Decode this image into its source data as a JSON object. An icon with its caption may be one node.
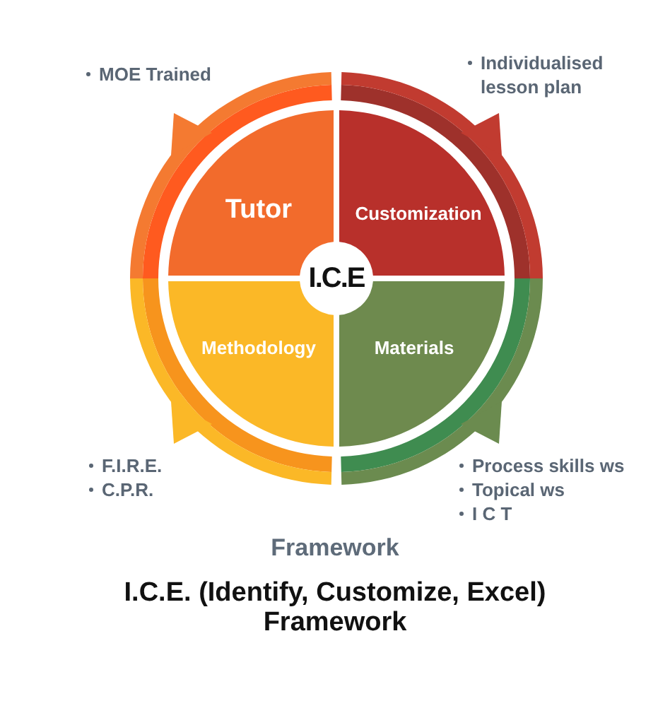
{
  "diagram": {
    "title": "I.C.E. (Identify, Customize, Excel) Framework",
    "nodes": [
      {
        "text": [
          "Tutor"
        ],
        "beside": [
          "MOE Trained"
        ]
      },
      {
        "text": [
          "Customization"
        ],
        "beside": [
          "Individualised lesson plan"
        ]
      },
      {
        "text": [
          "Methodology"
        ],
        "beside": [
          "F.I.R.E.",
          "C.P.R."
        ]
      },
      {
        "text": [
          "Materials"
        ],
        "beside": [
          "Process skills ws",
          "Topical ws",
          "I C T"
        ]
      },
      {
        "text": [
          "I.C.E"
        ]
      }
    ],
    "labels": [
      "Framework"
    ]
  }
}
